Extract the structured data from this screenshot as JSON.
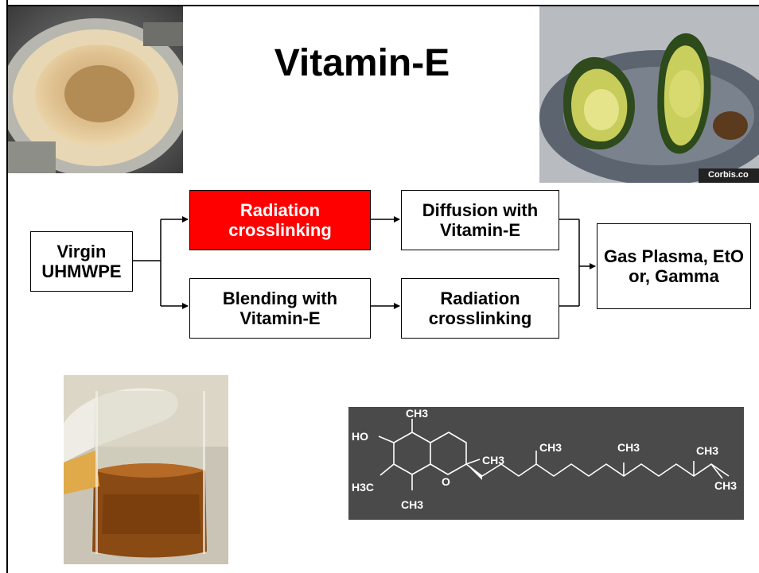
{
  "title": "Vitamin-E",
  "photo_credit": "Corbis.co",
  "flow": {
    "start": "Virgin UHMWPE",
    "top_step1": "Radiation crosslinking",
    "top_step2": "Diffusion with Vitamin-E",
    "bottom_step1": "Blending with Vitamin-E",
    "bottom_step2": "Radiation crosslinking",
    "end": "Gas Plasma, EtO or, Gamma"
  },
  "molecule": {
    "labels": [
      "CH3",
      "HO",
      "CH3",
      "CH3",
      "CH3",
      "CH3",
      "H3C",
      "CH3",
      "CH3",
      "O"
    ]
  },
  "colors": {
    "highlight": "#ff0000",
    "molecule_bg": "#4a4a4a"
  }
}
